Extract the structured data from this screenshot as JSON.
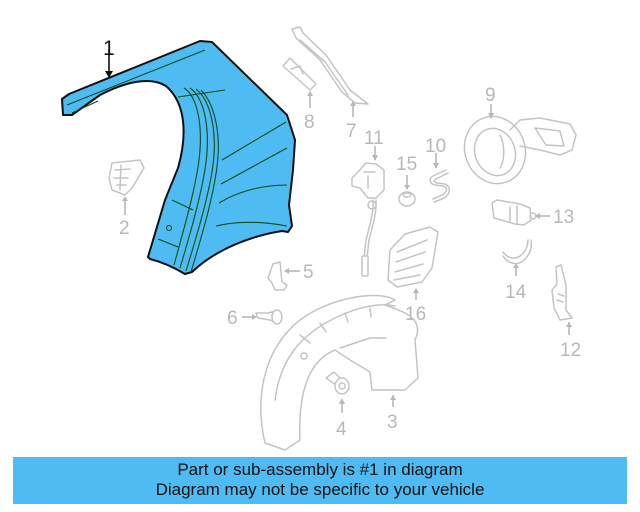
{
  "diagram": {
    "highlight_color": "#4ebcf2",
    "highlighted_part": "1",
    "callouts": [
      {
        "id": "1",
        "label": "1"
      },
      {
        "id": "2",
        "label": "2"
      },
      {
        "id": "3",
        "label": "3"
      },
      {
        "id": "4",
        "label": "4"
      },
      {
        "id": "5",
        "label": "5"
      },
      {
        "id": "6",
        "label": "6"
      },
      {
        "id": "7",
        "label": "7"
      },
      {
        "id": "8",
        "label": "8"
      },
      {
        "id": "9",
        "label": "9"
      },
      {
        "id": "10",
        "label": "10"
      },
      {
        "id": "11",
        "label": "11"
      },
      {
        "id": "12",
        "label": "12"
      },
      {
        "id": "13",
        "label": "13"
      },
      {
        "id": "14",
        "label": "14"
      },
      {
        "id": "15",
        "label": "15"
      },
      {
        "id": "16",
        "label": "16"
      }
    ]
  },
  "banner": {
    "line1": "Part or sub-assembly is #1 in diagram",
    "line2": "Diagram may not be specific to your vehicle",
    "background": "#4ebcf2"
  }
}
